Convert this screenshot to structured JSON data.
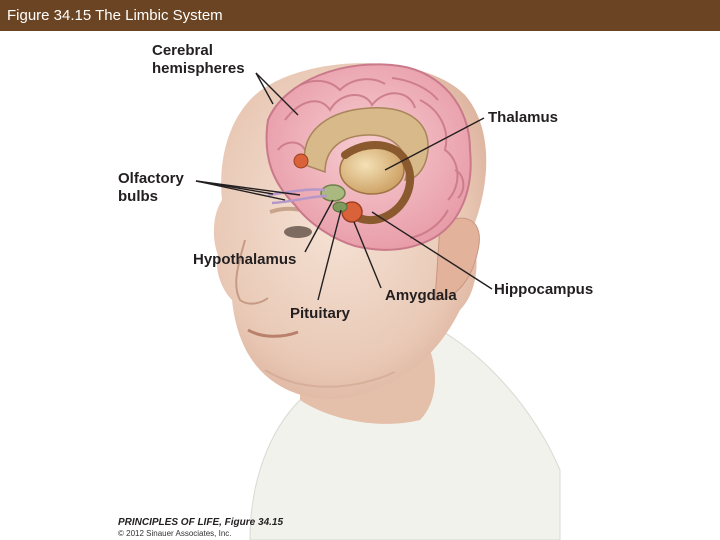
{
  "header": {
    "title": "Figure 34.15 The Limbic System"
  },
  "labels": {
    "cerebral_line1": "Cerebral",
    "cerebral_line2": "hemispheres",
    "thalamus": "Thalamus",
    "olfactory_line1": "Olfactory",
    "olfactory_line2": "bulbs",
    "hypothalamus": "Hypothalamus",
    "pituitary": "Pituitary",
    "amygdala": "Amygdala",
    "hippocampus": "Hippocampus"
  },
  "credit": {
    "line1": "PRINCIPLES OF LIFE, Figure 34.15",
    "line2": "© 2012 Sinauer Associates, Inc."
  },
  "colors": {
    "title_bar": "#6b4423",
    "brain_cortex": "#f2b8c0",
    "thalamus": "#e6c98f",
    "amygdala": "#d9623a",
    "pituitary": "#8aa36a"
  }
}
